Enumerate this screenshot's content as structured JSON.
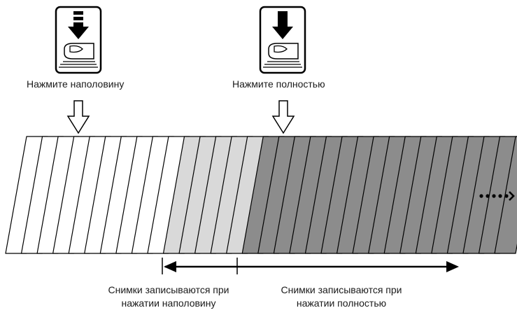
{
  "labels": {
    "half_press": "Нажмите наполовину",
    "full_press": "Нажмите полностью",
    "half_recorded_line1": "Снимки записываются при",
    "half_recorded_line2": "нажатии наполовину",
    "full_recorded_line1": "Снимки записываются при",
    "full_recorded_line2": "нажатии полностью"
  },
  "icons": {
    "half": "shutter-half-press-icon",
    "full": "shutter-full-press-icon",
    "continues": "dotted-continuation-arrow-icon"
  },
  "colors": {
    "frame_unrecorded": "#ffffff",
    "frame_half_recorded": "#d9d9d9",
    "frame_full_recorded": "#8c8c8c",
    "stroke": "#000000"
  },
  "frames": {
    "white": 10,
    "light": 5,
    "dark": 17
  }
}
